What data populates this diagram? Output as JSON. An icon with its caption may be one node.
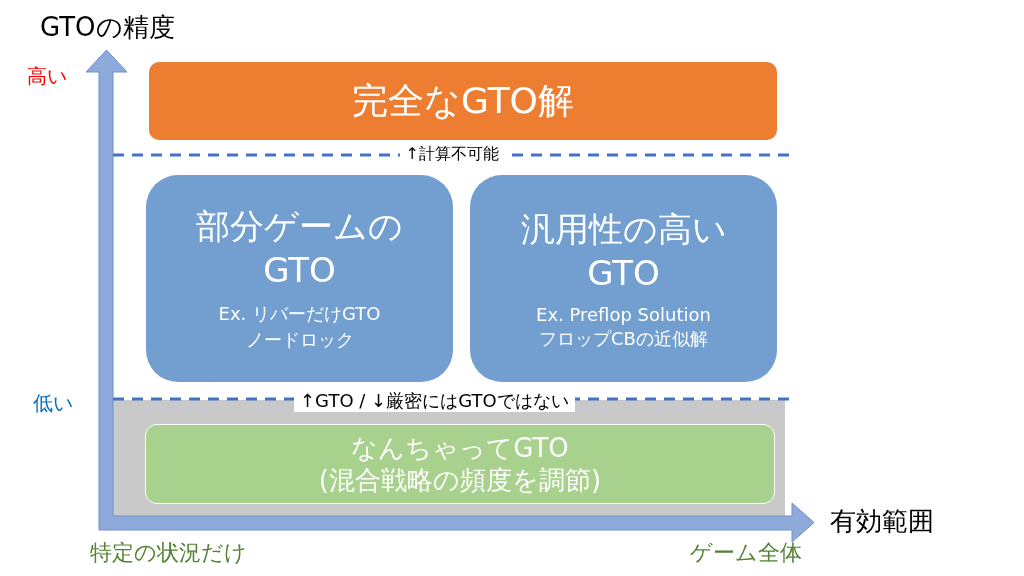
{
  "diagram": {
    "nodes": [
      {
        "text": [
          "完全なGTO解"
        ]
      },
      {
        "text": [
          "部分ゲームのGTO",
          "Ex. リバーだけGTO",
          "ノードロック"
        ]
      },
      {
        "text": [
          "汎用性の高いGTO",
          "Ex. Preflop Solution",
          "フロップCBの近似解"
        ]
      },
      {
        "text": [],
        "shape": "box"
      },
      {
        "text": [
          "なんちゃってGTO",
          "(混合戦略の頻度を調節)"
        ],
        "in": 3
      }
    ],
    "labels": [
      "GTOの精度",
      "高い",
      "↑計算不可能",
      "低い",
      "↑GTO / ↓厳密にはGTOではない",
      "有効範囲",
      "特定の状況だけ",
      "ゲーム全体"
    ]
  }
}
